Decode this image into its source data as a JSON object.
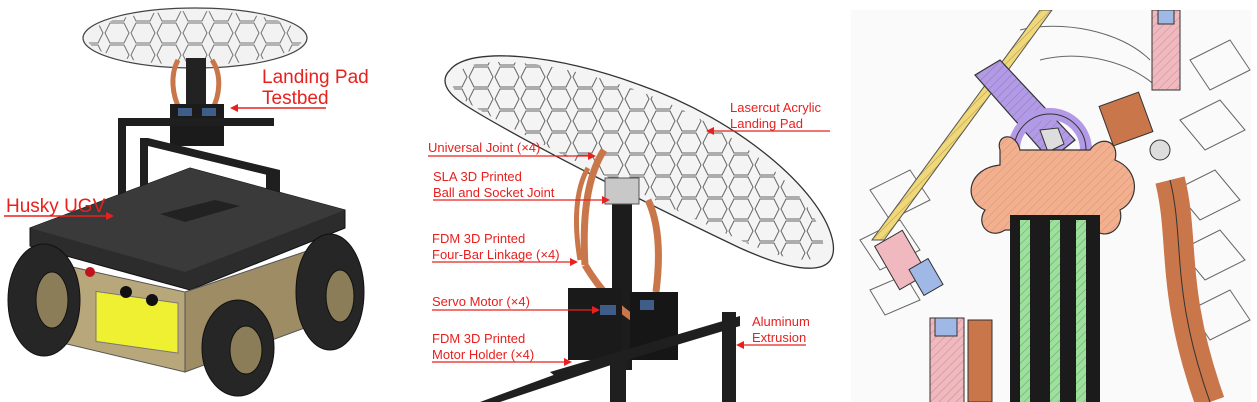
{
  "panels": {
    "left": {
      "label_pad_line1": "Landing Pad",
      "label_pad_line2": "Testbed",
      "label_ugv": "Husky UGV"
    },
    "middle": {
      "labels": [
        {
          "l1": "Lasercut Acrylic",
          "l2": "Landing Pad"
        },
        {
          "l1": "Universal Joint (×4)",
          "l2": ""
        },
        {
          "l1": "SLA 3D Printed",
          "l2": "Ball and Socket Joint"
        },
        {
          "l1": "FDM 3D Printed",
          "l2": "Four-Bar Linkage (×4)"
        },
        {
          "l1": "Servo Motor (×4)",
          "l2": ""
        },
        {
          "l1": "FDM 3D Printed",
          "l2": "Motor Holder (×4)"
        },
        {
          "l1": "Aluminum",
          "l2": "Extrusion"
        }
      ]
    }
  },
  "colors": {
    "annotation": "#e8201e",
    "copper": "#c8764a",
    "pink": "#f0b8bf",
    "purple": "#b39ae6",
    "salmon": "#f3b08f",
    "green": "#9be09b",
    "blue": "#9fb8e6",
    "yellow": "#f0d777"
  }
}
